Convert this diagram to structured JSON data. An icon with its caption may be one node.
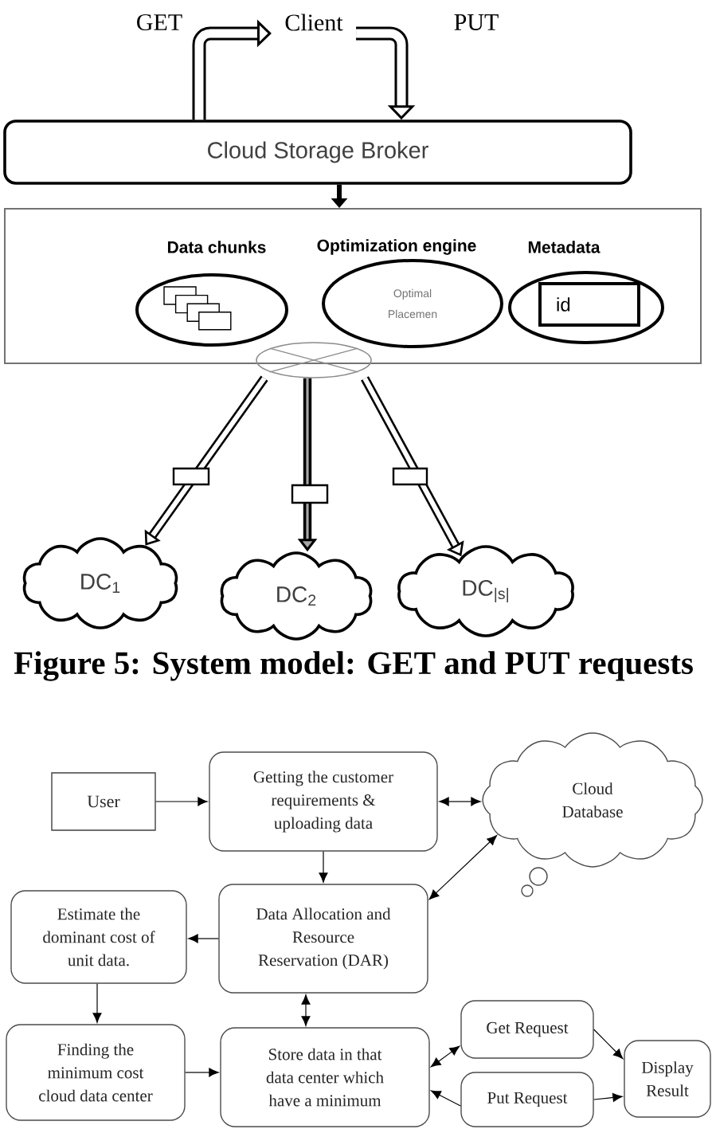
{
  "diagram": {
    "caption": "Figure 5: System model: GET and PUT requests",
    "nodes": [
      {
        "text": [
          "Client"
        ]
      },
      {
        "text": [
          "Cloud Storage Broker"
        ]
      },
      {
        "text": [],
        "shape": "box"
      },
      {
        "text": [
          "Data chunks"
        ],
        "in": 2
      },
      {
        "text": [
          "Optimization engine",
          "Optimal Placemen"
        ],
        "in": 2
      },
      {
        "text": [
          "Metadata"
        ],
        "in": 2
      },
      {
        "text": [
          "id"
        ],
        "in": 5
      },
      {
        "text": [],
        "shape": "ellipse"
      },
      {
        "text": [
          "DC$_{1}$"
        ]
      },
      {
        "text": [
          "DC$_{2}$"
        ]
      },
      {
        "text": [
          "DC$_{|s|}$"
        ]
      },
      {
        "text": [
          "User"
        ]
      },
      {
        "text": [
          "Getting the customer requirements & uploading data"
        ]
      },
      {
        "text": [
          "Cloud Database"
        ]
      },
      {
        "text": [
          "Estimate the dominant cost of unit data."
        ]
      },
      {
        "text": [
          "Data Allocation and Resource Reservation (DAR)"
        ]
      },
      {
        "text": [
          "Finding the minimum cost cloud data center"
        ]
      },
      {
        "text": [
          "Store data in that data center which have a minimum"
        ]
      },
      {
        "text": [
          "Get Request"
        ]
      },
      {
        "text": [
          "Put Request"
        ]
      },
      {
        "text": [
          "Display Result"
        ]
      }
    ],
    "edges": [
      {
        "from": 1,
        "to": 0,
        "arrow": "to",
        "label": "GET",
        "style": "thick"
      },
      {
        "from": 0,
        "to": 1,
        "arrow": "to",
        "label": "PUT",
        "style": "thick"
      },
      {
        "from": 1,
        "to": 2,
        "arrow": "to",
        "style": "thick"
      },
      {
        "from": 7,
        "to": 8,
        "arrow": "to",
        "style": "thick"
      },
      {
        "from": 7,
        "to": 9,
        "arrow": "to",
        "style": "thick"
      },
      {
        "from": 7,
        "to": 10,
        "arrow": "to",
        "style": "thick"
      },
      {
        "from": 11,
        "to": 12,
        "arrow": "to"
      },
      {
        "from": 12,
        "to": 13,
        "arrow": "both"
      },
      {
        "from": 12,
        "to": 15,
        "arrow": "to"
      },
      {
        "from": 15,
        "to": 13,
        "arrow": "both"
      },
      {
        "from": 15,
        "to": 14,
        "arrow": "to"
      },
      {
        "from": 14,
        "to": 16,
        "arrow": "to"
      },
      {
        "from": 15,
        "to": 17,
        "arrow": "both"
      },
      {
        "from": 16,
        "to": 17,
        "arrow": "to"
      },
      {
        "from": 17,
        "to": 18,
        "arrow": "both"
      },
      {
        "from": 19,
        "to": 17,
        "arrow": "to"
      },
      {
        "from": 18,
        "to": 20,
        "arrow": "to"
      },
      {
        "from": 19,
        "to": 20,
        "arrow": "to"
      }
    ]
  }
}
